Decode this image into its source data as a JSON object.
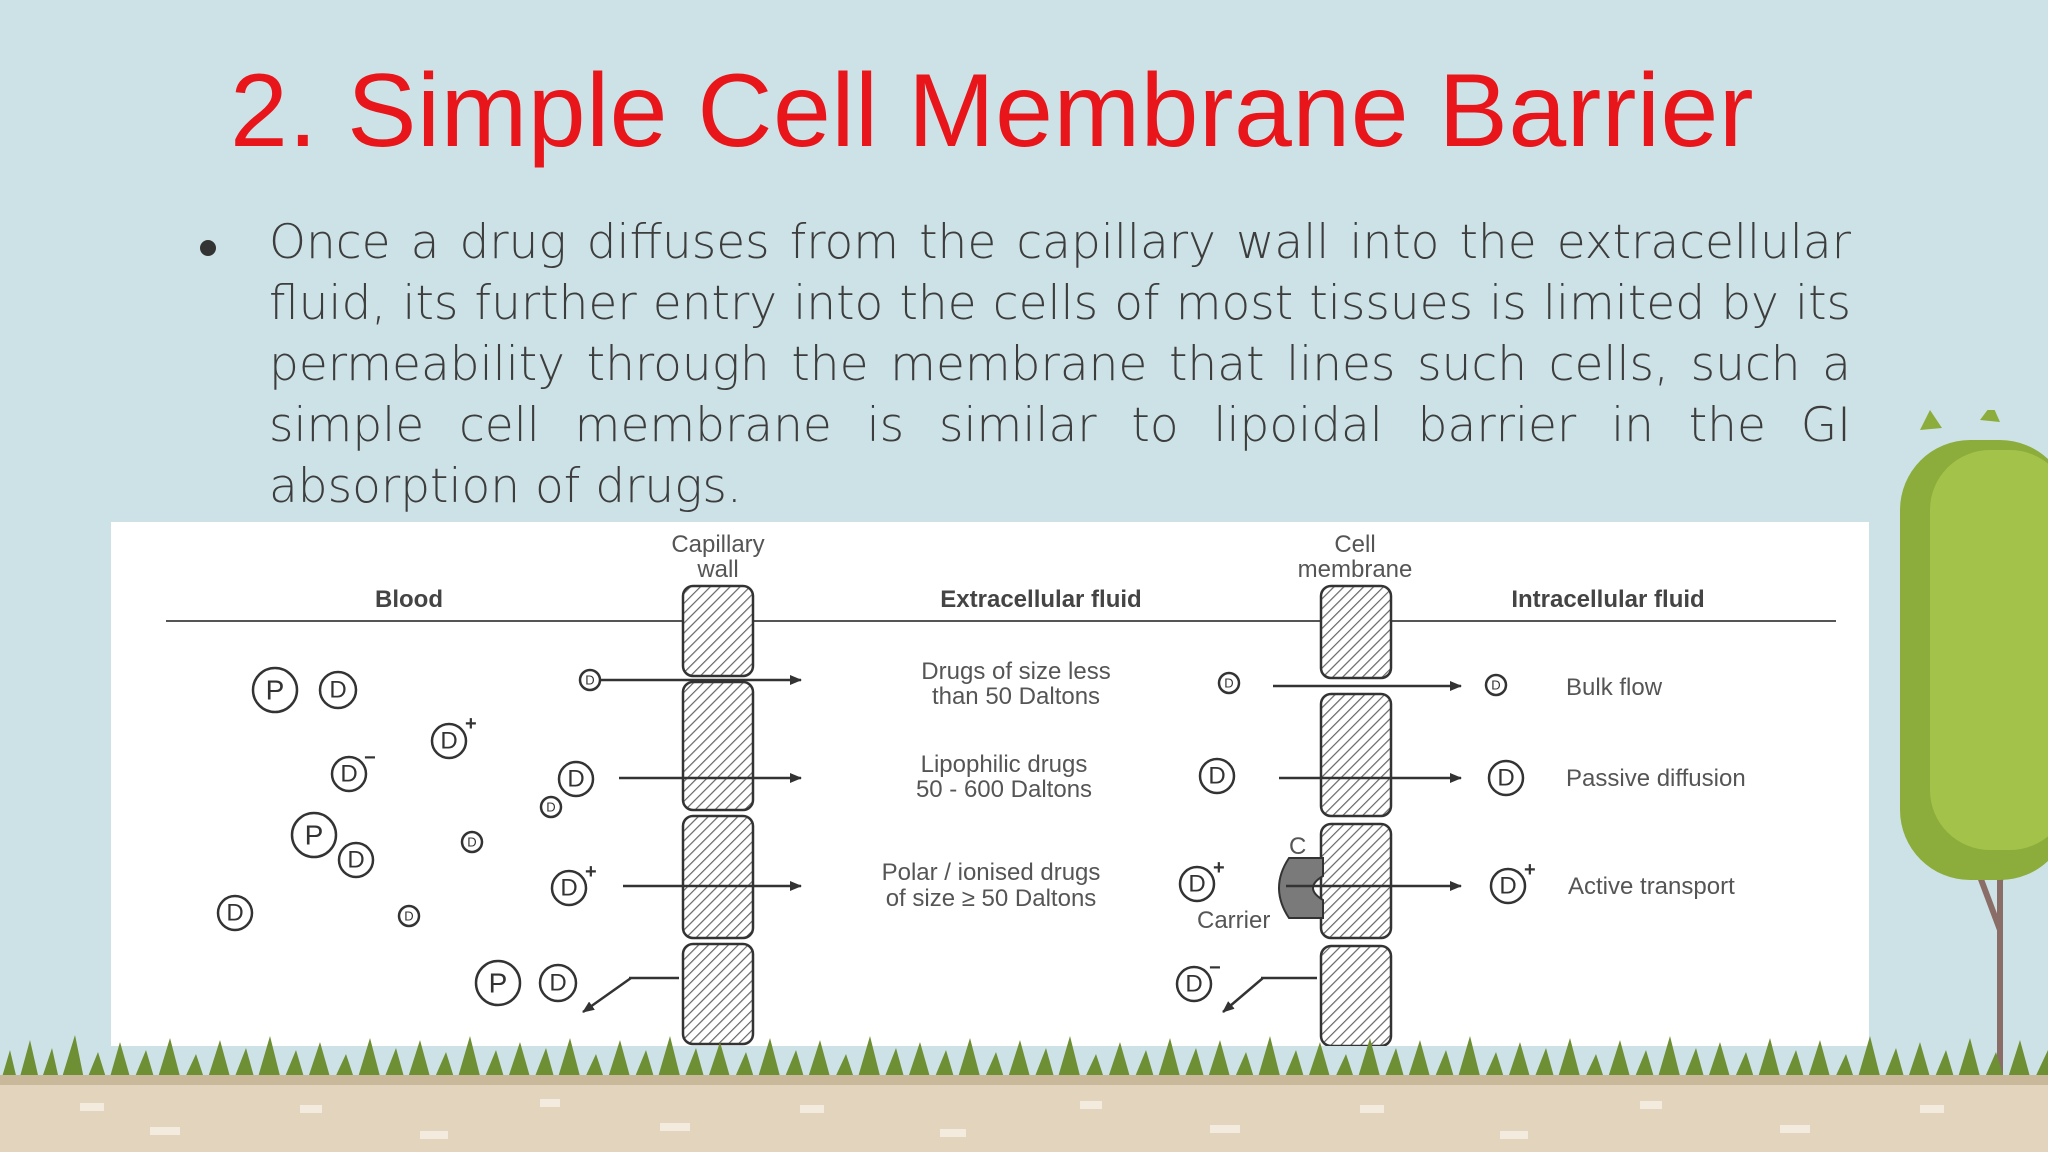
{
  "slide": {
    "title": "2. Simple Cell Membrane Barrier",
    "bullet": "Once a drug diffuses from the capillary wall into the extracellular fluid, its further entry into the cells of most tissues is limited by its permeability through the membrane that lines such cells, such a simple cell membrane is similar to lipoidal barrier in the GI absorption of drugs."
  },
  "diagram": {
    "capillary_wall_label": [
      "Capillary",
      "wall"
    ],
    "cell_membrane_label": [
      "Cell",
      "membrane"
    ],
    "region_blood": "Blood",
    "region_ecf": "Extracellular fluid",
    "region_icf": "Intracellular fluid",
    "ecf_rows": [
      [
        "Drugs of size less",
        "than 50 Daltons"
      ],
      [
        "Lipophilic drugs",
        "50 - 600 Daltons"
      ],
      [
        "Polar / ionised drugs",
        "of size ≥ 50 Daltons"
      ]
    ],
    "mechanisms": [
      "Bulk flow",
      "Passive diffusion",
      "Active transport"
    ],
    "carrier_letter": "C",
    "carrier_label": "Carrier",
    "symbols": {
      "drug": "D",
      "protein": "P",
      "plus": "+",
      "minus": "−"
    }
  },
  "colors": {
    "title": "#e8161b",
    "background": "#cde2e6",
    "text": "#3d3d3d"
  }
}
